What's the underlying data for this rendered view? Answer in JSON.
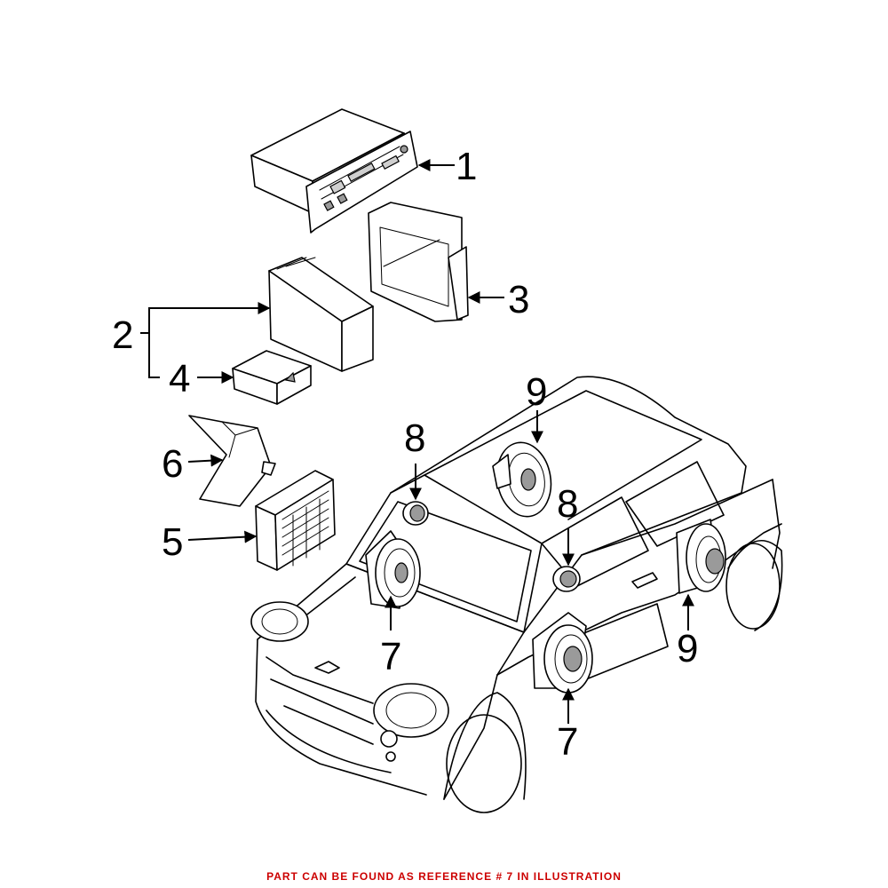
{
  "callouts": {
    "c1": "1",
    "c2": "2",
    "c3": "3",
    "c4": "4",
    "c5": "5",
    "c6": "6",
    "c7a": "7",
    "c7b": "7",
    "c8a": "8",
    "c8b": "8",
    "c9a": "9",
    "c9b": "9"
  },
  "footer_note": "PART CAN BE FOUND AS REFERENCE # 7 IN ILLUSTRATION",
  "colors": {
    "line": "#000000",
    "footer_text": "#cc0000",
    "background": "#ffffff"
  }
}
